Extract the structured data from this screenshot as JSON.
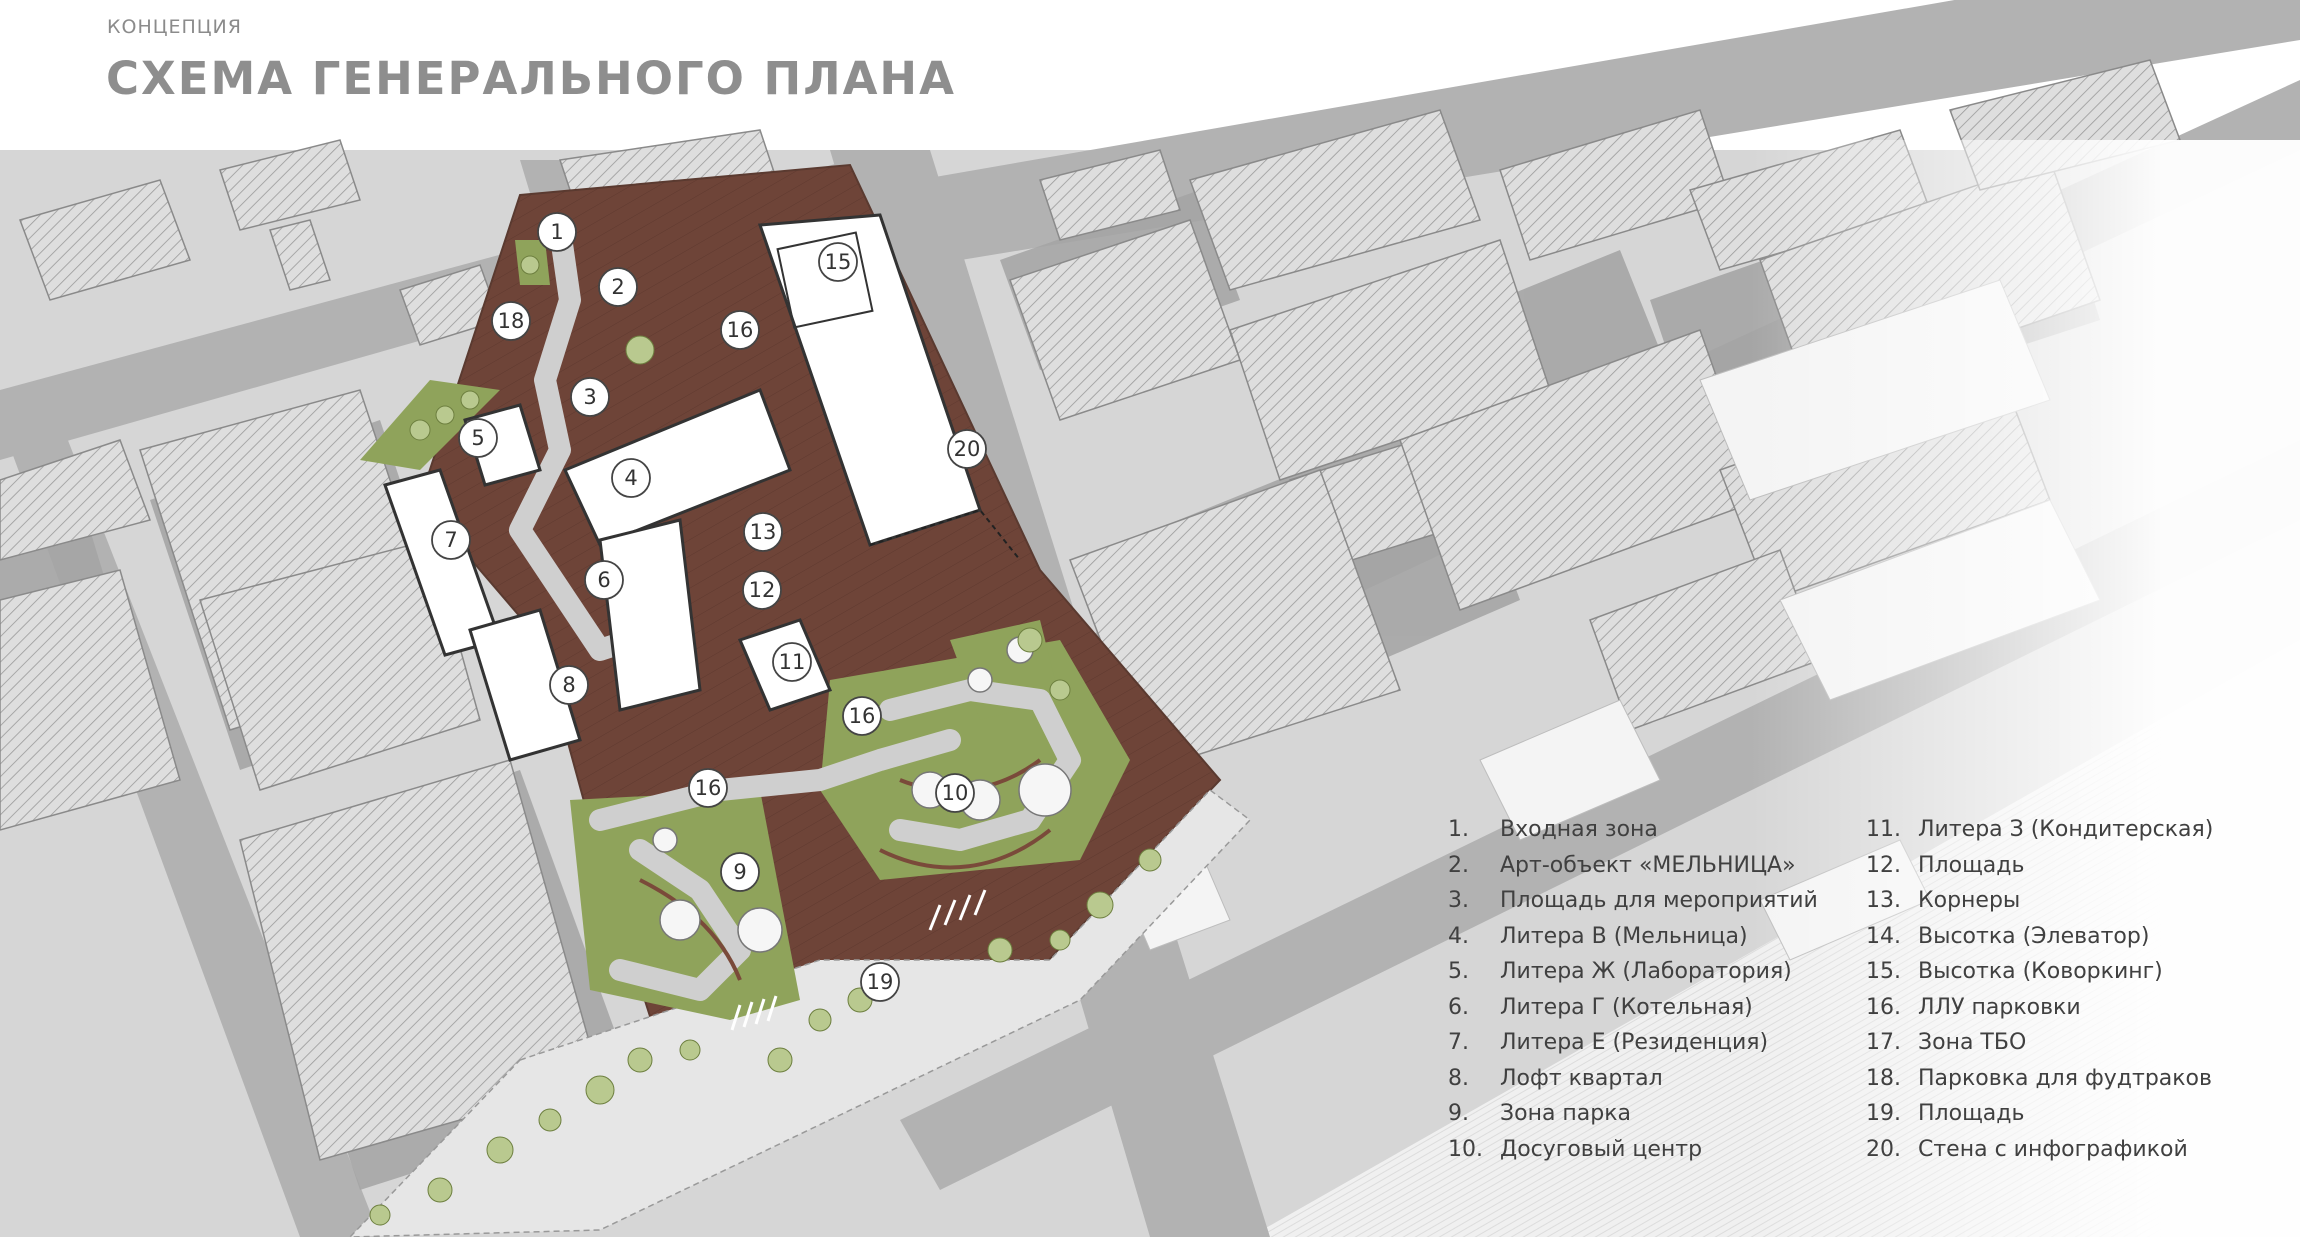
{
  "header": {
    "kicker": "КОНЦЕПЦИЯ",
    "title": "СХЕМА ГЕНЕРАЛЬНОГО ПЛАНА"
  },
  "colors": {
    "territory": "#6f453a",
    "green": "#8ea35a",
    "street": "#b3b3b3",
    "block": "#dcdcdc",
    "shadow": "#9e9e9e",
    "building": "#ffffff"
  },
  "plan_markers": [
    "1",
    "2",
    "3",
    "4",
    "5",
    "6",
    "7",
    "8",
    "9",
    "10",
    "11",
    "12",
    "13",
    "15",
    "16",
    "16",
    "16",
    "18",
    "19",
    "20"
  ],
  "legend": [
    {
      "num": "1.",
      "label": "Входная зона"
    },
    {
      "num": "2.",
      "label": "Арт-объект «МЕЛЬНИЦА»"
    },
    {
      "num": "3.",
      "label": "Площадь для мероприятий"
    },
    {
      "num": "4.",
      "label": "Литера В (Мельница)"
    },
    {
      "num": "5.",
      "label": "Литера Ж (Лаборатория)"
    },
    {
      "num": "6.",
      "label": "Литера Г (Котельная)"
    },
    {
      "num": "7.",
      "label": "Литера Е (Резиденция)"
    },
    {
      "num": "8.",
      "label": "Лофт квартал"
    },
    {
      "num": "9.",
      "label": "Зона парка"
    },
    {
      "num": "10.",
      "label": "Досуговый центр"
    },
    {
      "num": "11.",
      "label": "Литера З (Кондитерская)"
    },
    {
      "num": "12.",
      "label": "Площадь"
    },
    {
      "num": "13.",
      "label": "Корнеры"
    },
    {
      "num": "14.",
      "label": "Высотка (Элеватор)"
    },
    {
      "num": "15.",
      "label": "Высотка (Коворкинг)"
    },
    {
      "num": "16.",
      "label": "ЛЛУ парковки"
    },
    {
      "num": "17.",
      "label": "Зона ТБО"
    },
    {
      "num": "18.",
      "label": "Парковка для фудтраков"
    },
    {
      "num": "19.",
      "label": "Площадь"
    },
    {
      "num": "20.",
      "label": "Стена с инфографикой"
    }
  ]
}
